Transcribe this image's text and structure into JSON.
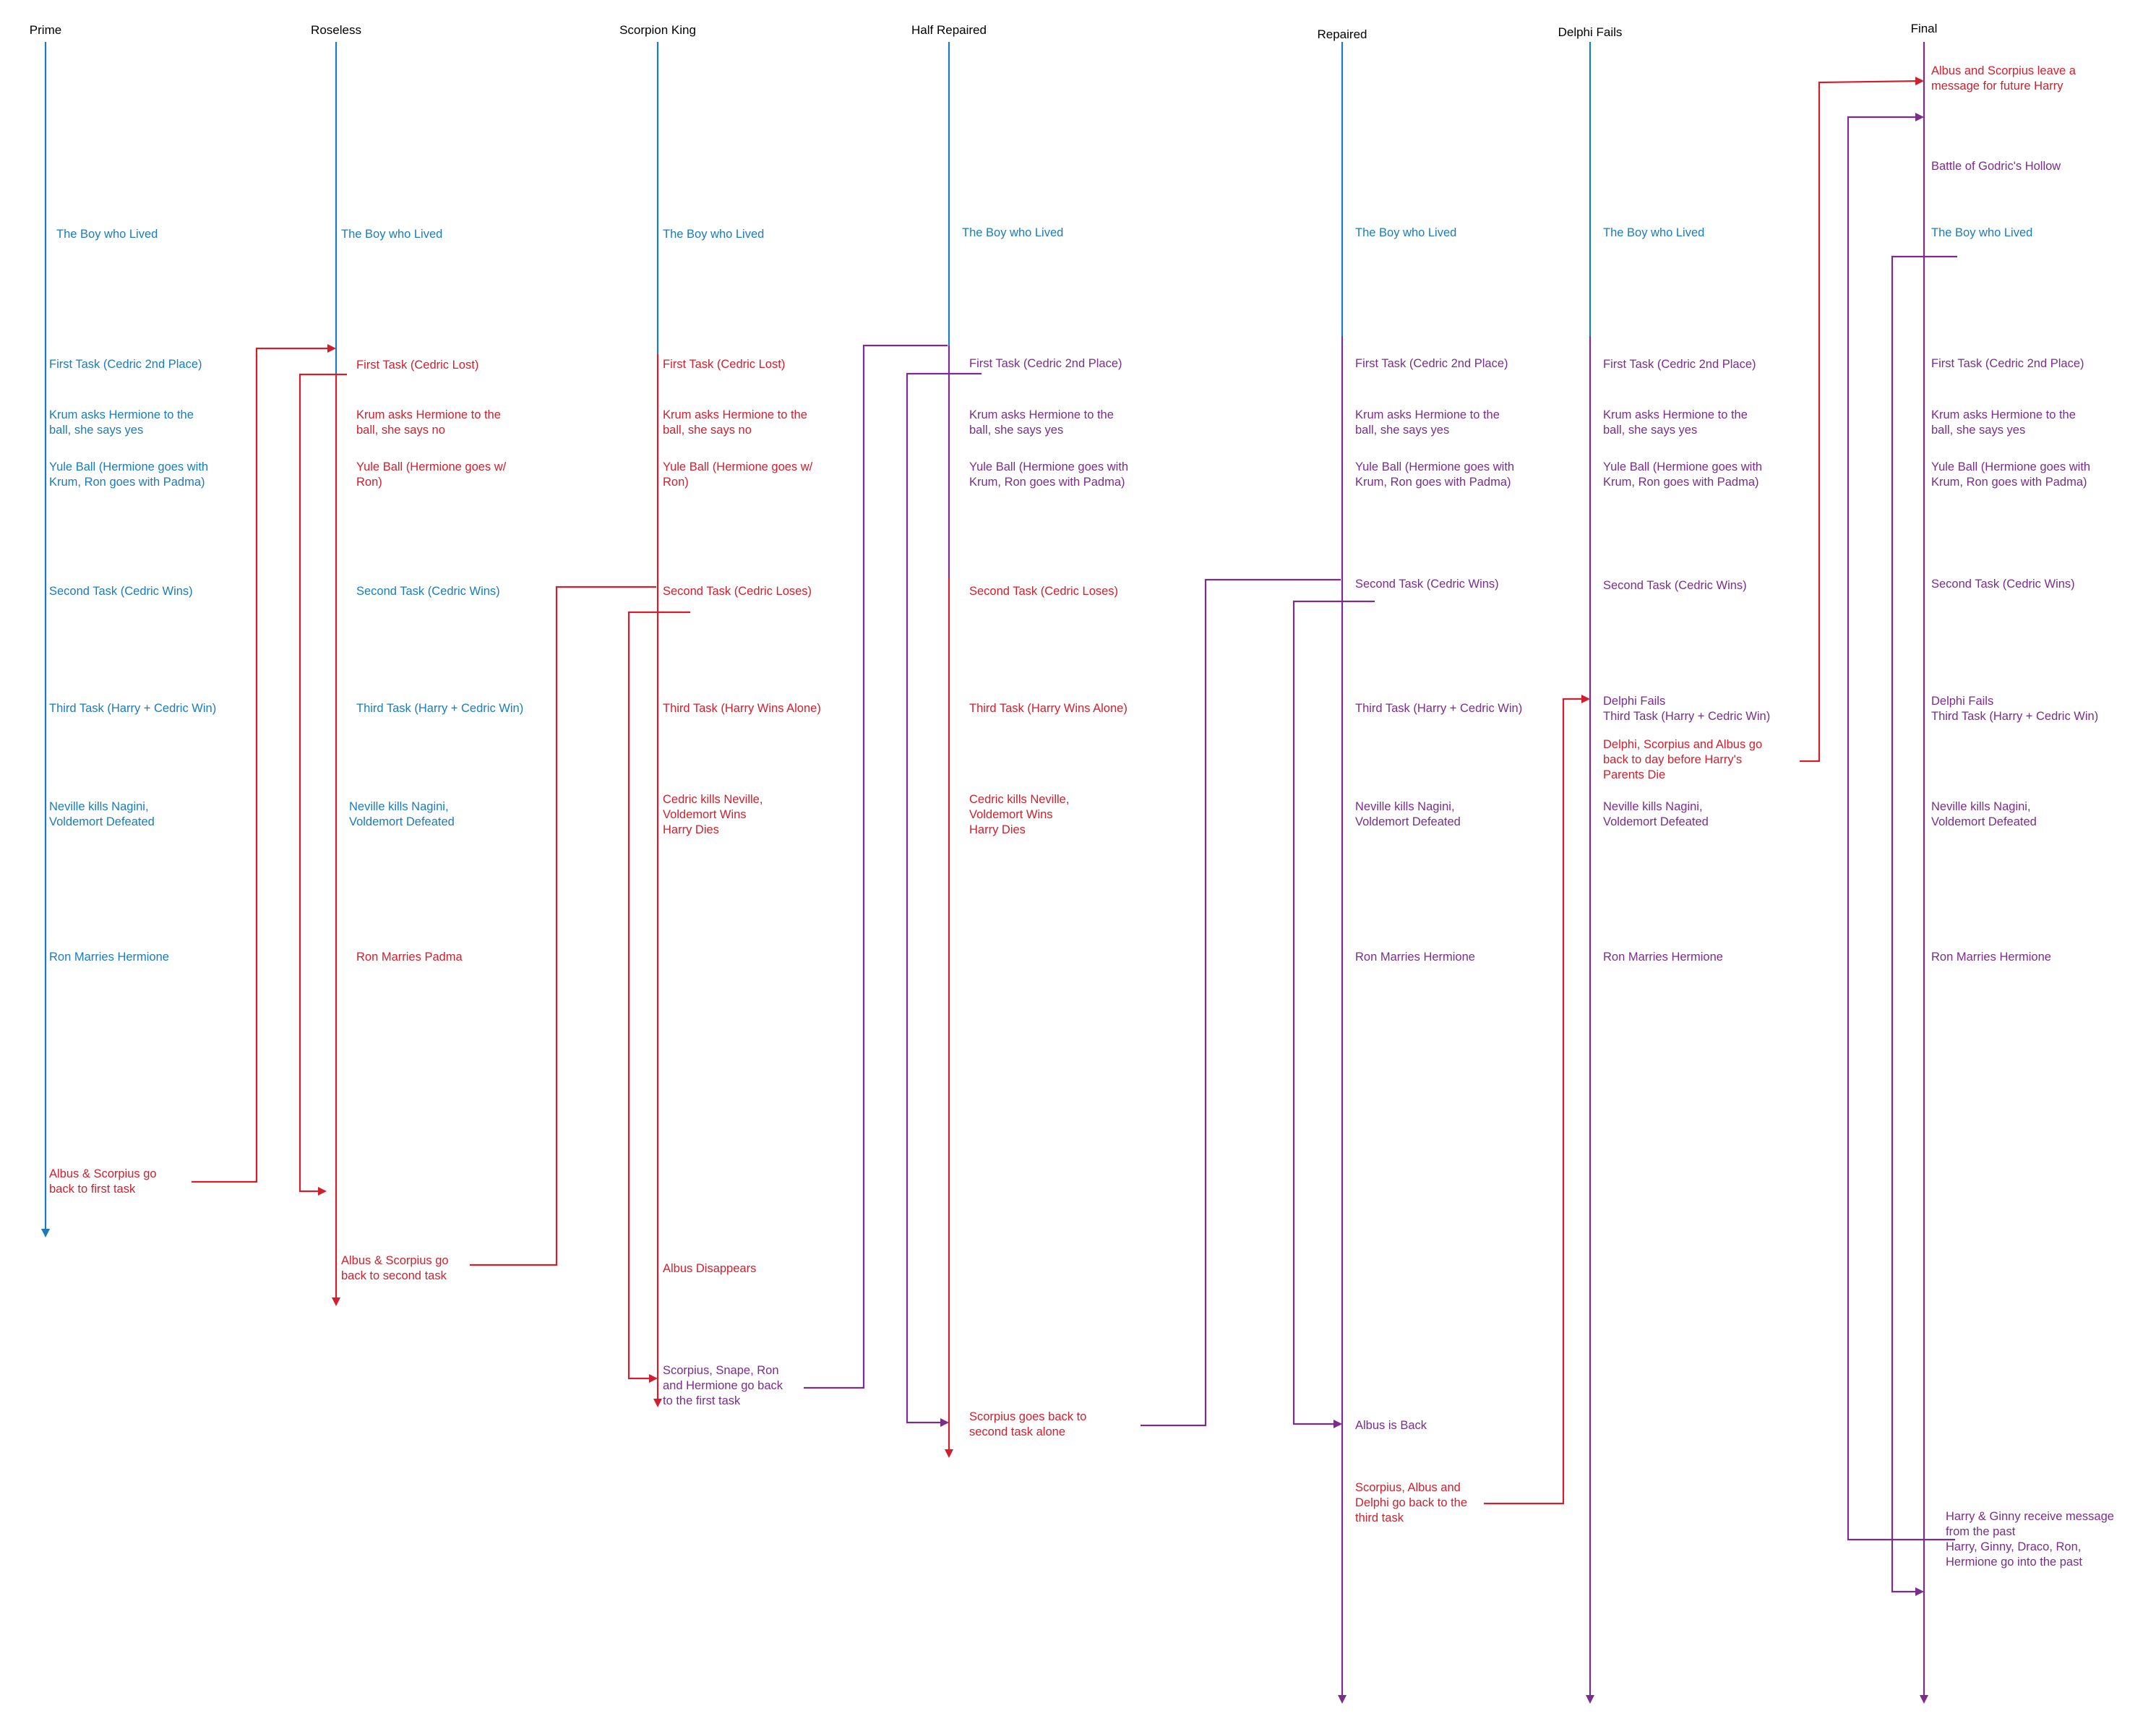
{
  "colors": {
    "blue": "#1b7bbd",
    "red": "#d0202e",
    "purple": "#7a2d8c"
  },
  "columns": [
    "Prime",
    "Roseless",
    "Scorpion King",
    "Half Repaired",
    "Repaired",
    "Delphi Fails",
    "Final"
  ],
  "events": {
    "prime": {
      "boy": "The Boy who Lived",
      "first": "First Task (Cedric 2nd Place)",
      "krum": "Krum asks Hermione to the\nball, she says yes",
      "yule": "Yule Ball (Hermione goes with\nKrum, Ron goes with Padma)",
      "second": "Second Task (Cedric Wins)",
      "third": "Third Task (Harry + Cedric Win)",
      "neville": "Neville kills Nagini,\nVoldemort Defeated",
      "ron": "Ron Marries Hermione",
      "travel": "Albus & Scorpius go\nback to first task"
    },
    "roseless": {
      "boy": "The Boy who Lived",
      "first": "First Task (Cedric Lost)",
      "krum": "Krum asks Hermione to the\nball, she says no",
      "yule": "Yule Ball (Hermione goes w/\nRon)",
      "second": "Second Task (Cedric Wins)",
      "third": "Third Task (Harry + Cedric Win)",
      "neville": "Neville kills Nagini,\nVoldemort Defeated",
      "ron": "Ron Marries Padma",
      "travel": "Albus & Scorpius go\nback to second task"
    },
    "scorpion": {
      "boy": "The Boy who Lived",
      "first": "First Task (Cedric Lost)",
      "krum": "Krum asks Hermione to the\nball, she says no",
      "yule": "Yule Ball (Hermione goes w/\nRon)",
      "second": "Second Task (Cedric Loses)",
      "third": "Third Task (Harry Wins Alone)",
      "cedric": "Cedric kills Neville,\nVoldemort Wins\nHarry Dies",
      "albus": "Albus Disappears",
      "travel": "Scorpius, Snape, Ron\nand Hermione go back\nto the first task"
    },
    "half": {
      "boy": "The Boy who Lived",
      "first": "First Task (Cedric 2nd Place)",
      "krum": "Krum asks Hermione to the\nball, she says yes",
      "yule": "Yule Ball (Hermione goes with\nKrum, Ron goes with Padma)",
      "second": "Second Task (Cedric Loses)",
      "third": "Third Task (Harry Wins Alone)",
      "cedric": "Cedric kills Neville,\nVoldemort Wins\nHarry Dies",
      "travel": "Scorpius goes back to\nsecond task alone"
    },
    "repaired": {
      "boy": "The Boy who Lived",
      "first": "First Task (Cedric 2nd Place)",
      "krum": "Krum asks Hermione to the\nball, she says yes",
      "yule": "Yule Ball (Hermione goes with\nKrum, Ron goes with Padma)",
      "second": "Second Task (Cedric Wins)",
      "third": "Third Task (Harry + Cedric Win)",
      "neville": "Neville kills Nagini,\nVoldemort Defeated",
      "ron": "Ron Marries Hermione",
      "albus": "Albus is Back",
      "travel": "Scorpius, Albus and\nDelphi go back to the\nthird task"
    },
    "delphi": {
      "boy": "The Boy who Lived",
      "first": "First Task (Cedric 2nd Place)",
      "krum": "Krum asks Hermione to the\nball, she says yes",
      "yule": "Yule Ball (Hermione goes with\nKrum, Ron goes with Padma)",
      "second": "Second Task (Cedric Wins)",
      "third": "Delphi Fails\nThird Task (Harry + Cedric Win)",
      "travel": "Delphi, Scorpius and Albus go\nback to day before Harry's\nParents Die",
      "neville": "Neville kills Nagini,\nVoldemort Defeated",
      "ron": "Ron Marries Hermione"
    },
    "final": {
      "message": "Albus and Scorpius leave a\nmessage for future Harry",
      "battle": "Battle of Godric's Hollow",
      "boy": "The Boy who Lived",
      "first": "First Task (Cedric 2nd Place)",
      "krum": "Krum asks Hermione to the\nball, she says yes",
      "yule": "Yule Ball (Hermione goes with\nKrum, Ron goes with Padma)",
      "second": "Second Task (Cedric Wins)",
      "third": "Delphi Fails\nThird Task (Harry + Cedric Win)",
      "neville": "Neville kills Nagini,\nVoldemort Defeated",
      "ron": "Ron Marries Hermione",
      "receive": "Harry & Ginny receive message\nfrom the past\nHarry, Ginny, Draco, Ron,\nHermione go into the past"
    }
  }
}
